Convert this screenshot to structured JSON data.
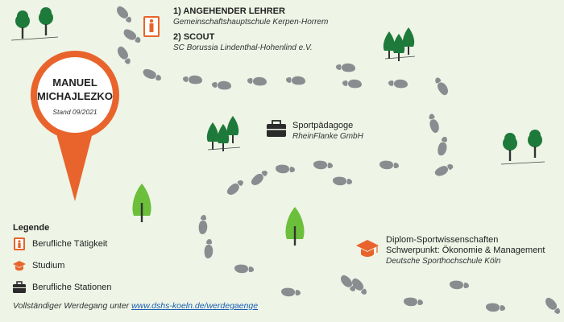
{
  "profile": {
    "name_line1": "MANUEL",
    "name_line2": "MICHAJLEZKO",
    "date": "Stand 09/2021"
  },
  "stations": [
    {
      "title": "1) ANGEHENDER LEHRER",
      "subtitle": "Gemeinschaftshauptschule Kerpen-Horrem"
    },
    {
      "title": "2) SCOUT",
      "subtitle": "SC Borussia Lindenthal-Hohenlind e.V."
    },
    {
      "title": "Sportpädagoge",
      "subtitle": "RheinFlanke GmbH"
    },
    {
      "title": "Diplom-Sportwissenschaften",
      "title2": "Schwerpunkt: Ökonomie & Management",
      "subtitle": "Deutsche Sporthochschule Köln"
    }
  ],
  "legend": {
    "title": "Legende",
    "items": [
      "Berufliche Tätigkeit",
      "Studium",
      "Berufliche Stationen"
    ]
  },
  "footer": {
    "text": "Vollständiger Werdegang unter ",
    "link": "www.dshs-koeln.de/werdegaenge"
  },
  "colors": {
    "background": "#eef4e6",
    "accent_orange": "#e8642c",
    "footprint": "#8a8d90",
    "tree_green": "#1e7a3a",
    "tree_light": "#6bbf3a",
    "briefcase": "#2b2b2b"
  },
  "icons": [
    "worker-icon",
    "graduation-cap-icon",
    "briefcase-icon",
    "footprint-icon",
    "tree-icon",
    "map-pin-icon"
  ]
}
